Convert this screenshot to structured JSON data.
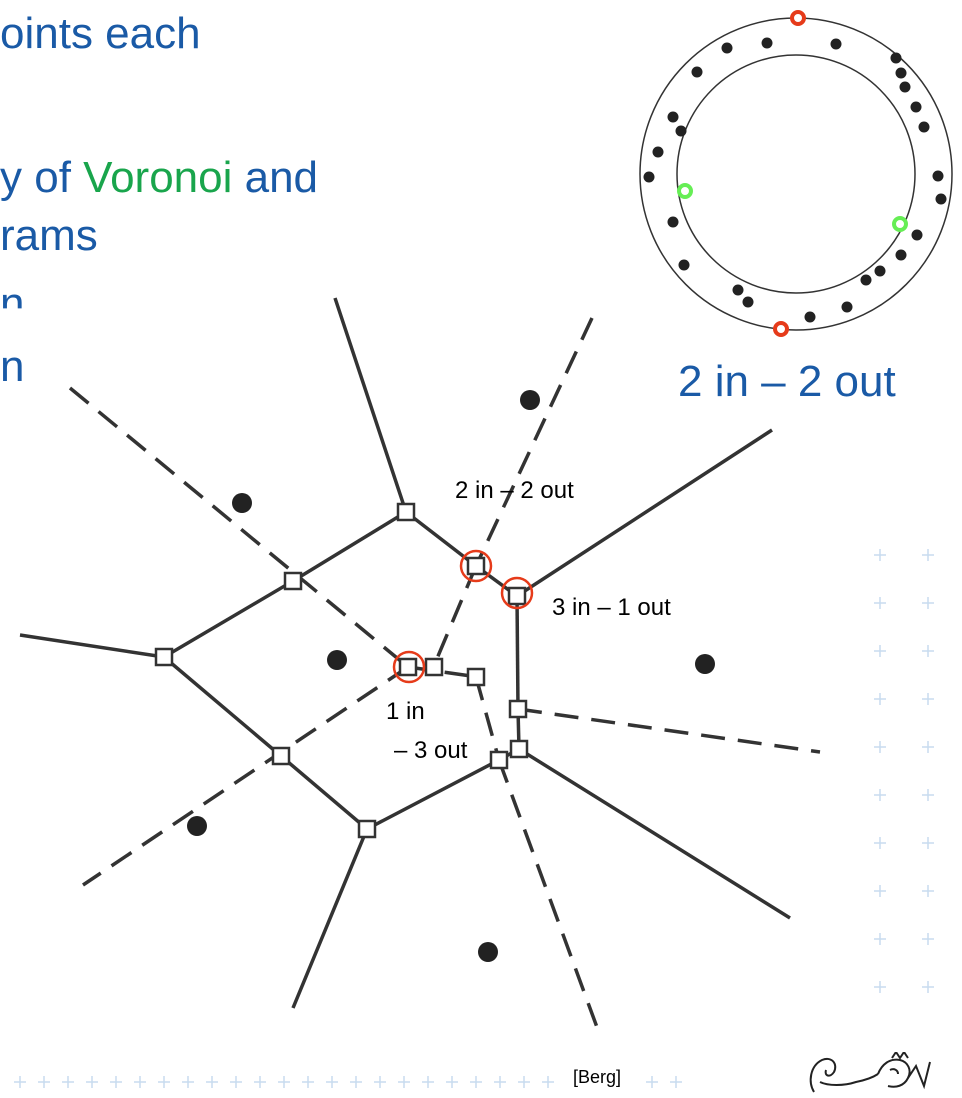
{
  "colors": {
    "heading_blue": "#1a5aa6",
    "voronoi_green": "#19a54c",
    "marker_red": "#e63b1a",
    "marker_green": "#66ee55",
    "edge": "#333333",
    "site": "#222222",
    "cross": "#c8dcef"
  },
  "heading": {
    "line1": "oints each",
    "line2_prefix": "y of ",
    "line2_green": "Voronoi",
    "line2_suffix": " and",
    "line3": "rams",
    "line4": "n",
    "line5": "n"
  },
  "labels": {
    "top": "2 in – 2 out",
    "right": "3 in – 1 out",
    "left_line1": "1 in",
    "left_line2": "– 3 out"
  },
  "circle_caption": "2 in – 2 out",
  "credit": "[Berg]",
  "icons": {
    "logo": "ctu-lion-logo-icon",
    "vertex": "square-vertex-icon",
    "site": "filled-dot-icon"
  }
}
